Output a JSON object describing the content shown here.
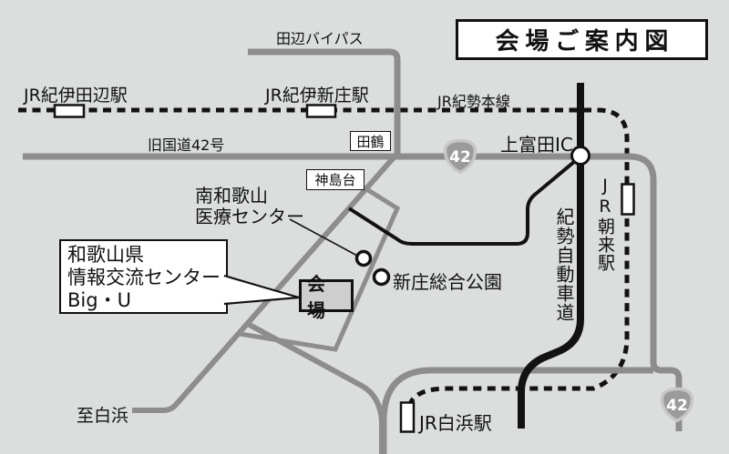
{
  "map": {
    "title": "会場ご案内図",
    "route_shield_number": "42",
    "railway": {
      "kisei_main_line": "JR紀勢本線"
    },
    "stations": {
      "kii_tanabe": "JR紀伊田辺駅",
      "kii_shinjo": "JR紀伊新庄駅",
      "asso": "JR朝来駅",
      "shirahama": "JR白浜駅"
    },
    "roads": {
      "tanabe_bypass": "田辺バイパス",
      "old_route42": "旧国道42号",
      "kisei_expressway": "紀勢自動車道"
    },
    "places": {
      "kamitonda_ic": "上富田IC",
      "tazu": "田鶴",
      "kashimadai": "神島台",
      "medical_center_line1": "南和歌山",
      "medical_center_line2": "医療センター",
      "shinjo_park": "新庄総合公園",
      "to_shirahama": "至白浜"
    },
    "venue": {
      "callout_line1": "和歌山県",
      "callout_line2": "情報交流センター",
      "callout_line3": "Big・U",
      "label": "会場"
    },
    "colors": {
      "background": "#dcdddd",
      "road_gray": "#8d8d8d",
      "line_black": "#121212",
      "shield_fill": "#9b9b9b",
      "shield_border": "#c7c7c7",
      "venue_box_fill": "#cecece"
    }
  }
}
